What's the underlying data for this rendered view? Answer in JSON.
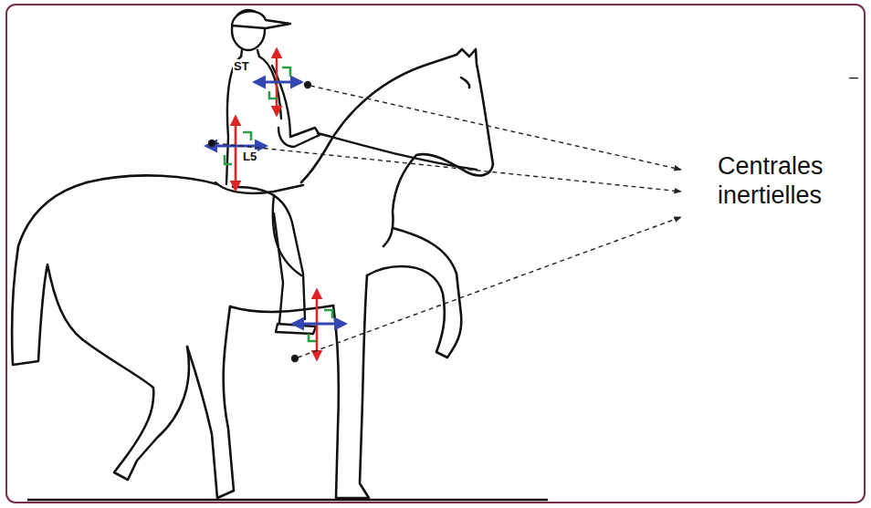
{
  "diagram": {
    "labels": [
      "ST",
      "L5",
      "Centrales inertielles",
      "–"
    ]
  }
}
